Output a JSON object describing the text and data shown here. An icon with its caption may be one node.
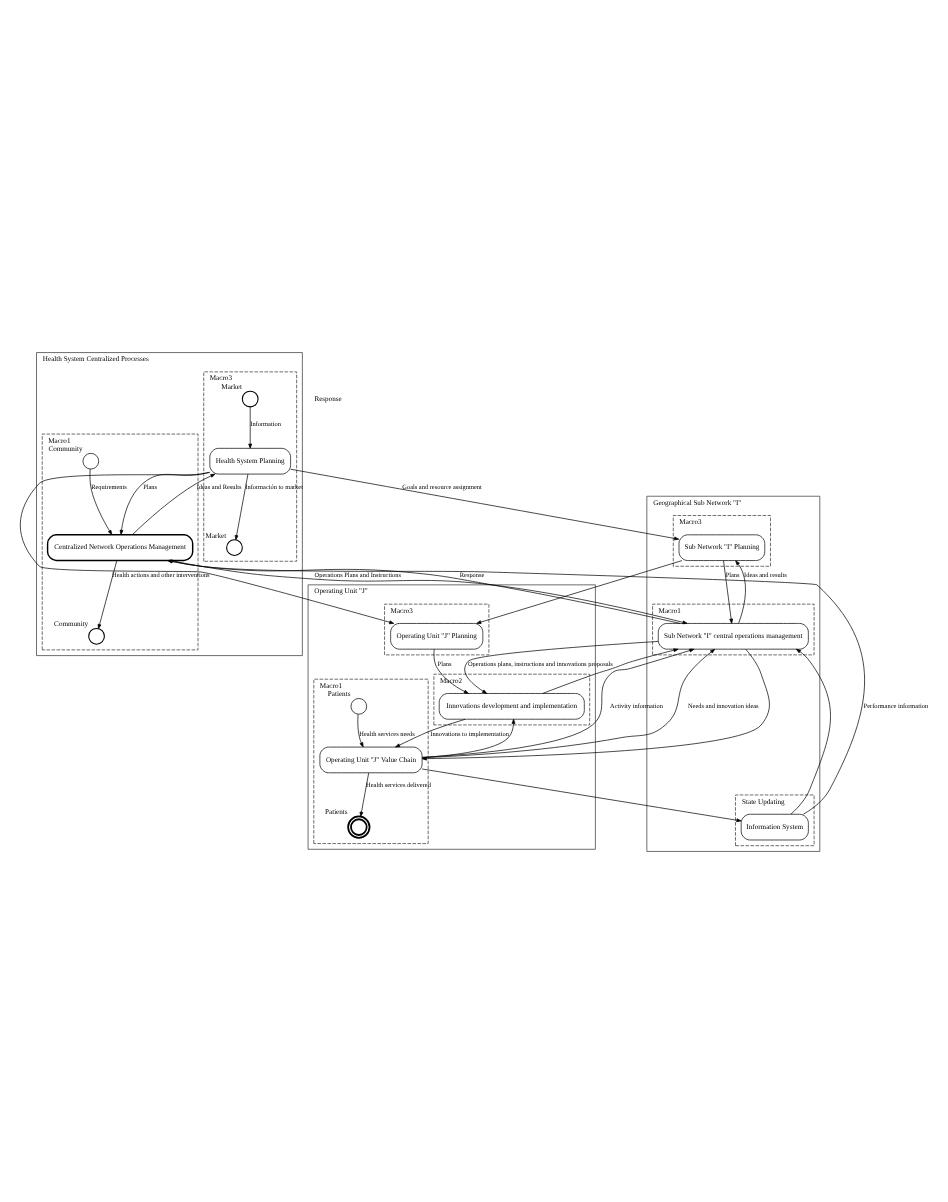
{
  "diagram": {
    "nodes": [
      {
        "text": [
          "Health System Centralized Processes"
        ]
      },
      {
        "text": [
          "Macro3"
        ],
        "in": 0
      },
      {
        "text": [
          "Macro1"
        ],
        "in": 0
      },
      {
        "text": [
          "Geographical Sub Network \"I\""
        ]
      },
      {
        "text": [
          "Macro3"
        ],
        "in": 3
      },
      {
        "text": [
          "Macro1"
        ],
        "in": 3
      },
      {
        "text": [
          "State Updating"
        ],
        "in": 3
      },
      {
        "text": [
          "Operating Unit \"J\""
        ]
      },
      {
        "text": [
          "Macro3"
        ],
        "in": 7
      },
      {
        "text": [
          "Macro2"
        ],
        "in": 7
      },
      {
        "text": [
          "Macro1"
        ],
        "in": 7
      },
      {
        "text": [],
        "shape": "circle",
        "beside": [
          "Market"
        ],
        "in": 1
      },
      {
        "text": [
          "Health System Planning"
        ],
        "in": 1
      },
      {
        "text": [],
        "shape": "circle",
        "beside": [
          "Market"
        ],
        "in": 1
      },
      {
        "text": [],
        "shape": "circle",
        "beside": [
          "Community"
        ],
        "in": 2
      },
      {
        "text": [
          "Centralized Network Operations Management"
        ],
        "in": 2
      },
      {
        "text": [],
        "shape": "circle",
        "beside": [
          "Community"
        ],
        "in": 2
      },
      {
        "text": [
          "Sub Network \"I\" Planning"
        ],
        "in": 4
      },
      {
        "text": [
          "Sub Network \"I\" central operations management"
        ],
        "in": 5
      },
      {
        "text": [
          "Information System"
        ],
        "in": 6
      },
      {
        "text": [
          "Operating Unit \"J\" Planning"
        ],
        "in": 8
      },
      {
        "text": [
          "Innovations development and implementation"
        ],
        "in": 9
      },
      {
        "text": [],
        "shape": "circle",
        "beside": [
          "Patients"
        ],
        "in": 10
      },
      {
        "text": [
          "Operating Unit \"J\" Value Chain"
        ],
        "in": 10
      },
      {
        "text": [],
        "shape": "circle",
        "beside": [
          "Patients"
        ],
        "in": 10
      }
    ],
    "edges": [
      {
        "from": 11,
        "to": 12,
        "arrow": "to",
        "label": "Information"
      },
      {
        "from": 12,
        "to": 13,
        "arrow": "to",
        "label": "Información to market"
      },
      {
        "from": 12,
        "to": 15,
        "arrow": "to",
        "label": "Plans"
      },
      {
        "from": 12,
        "to": 17,
        "arrow": "to",
        "label": "Goals and resource assignment"
      },
      {
        "from": 12,
        "to": 20,
        "arrow": "to"
      },
      {
        "from": 15,
        "to": 12,
        "arrow": "to",
        "label": "Ideas and Results"
      },
      {
        "from": 14,
        "to": 15,
        "arrow": "to",
        "label": "Requirements"
      },
      {
        "from": 15,
        "to": 16,
        "arrow": "to",
        "label": "Health actions and other interventions"
      },
      {
        "from": 18,
        "to": 15,
        "arrow": "to",
        "label": "Response"
      },
      {
        "from": 15,
        "to": 18,
        "arrow": "to",
        "label": "Operations Plans and Instructions"
      },
      {
        "from": 19,
        "to": 15,
        "arrow": "to",
        "label": "Performance information"
      },
      {
        "from": 17,
        "to": 18,
        "arrow": "to",
        "label": "Plans"
      },
      {
        "from": 18,
        "to": 17,
        "arrow": "to",
        "label": "Ideas and results"
      },
      {
        "from": 19,
        "to": 18,
        "arrow": "to"
      },
      {
        "from": 17,
        "to": 20,
        "arrow": "to"
      },
      {
        "from": 18,
        "to": 21,
        "arrow": "to",
        "label": "Operations plans, instructions and innovations proposals"
      },
      {
        "from": 18,
        "to": 23,
        "arrow": "to"
      },
      {
        "from": 20,
        "to": 21,
        "arrow": "to",
        "label": "Plans"
      },
      {
        "from": 21,
        "to": 18,
        "arrow": "to"
      },
      {
        "from": 21,
        "to": 23,
        "arrow": "to",
        "label": "Innovations to implementation"
      },
      {
        "from": 23,
        "to": 18,
        "arrow": "to",
        "label": "Needs and innovation ideas"
      },
      {
        "from": 23,
        "to": 21,
        "arrow": "to"
      },
      {
        "from": 23,
        "to": 18,
        "arrow": "to",
        "label": "Activity information"
      },
      {
        "from": 23,
        "to": 19,
        "arrow": "to"
      },
      {
        "from": 22,
        "to": 23,
        "arrow": "to",
        "label": "Health services needs"
      },
      {
        "from": 23,
        "to": 24,
        "arrow": "to",
        "label": "Health services delivered"
      }
    ],
    "labels": [
      "Response"
    ]
  }
}
